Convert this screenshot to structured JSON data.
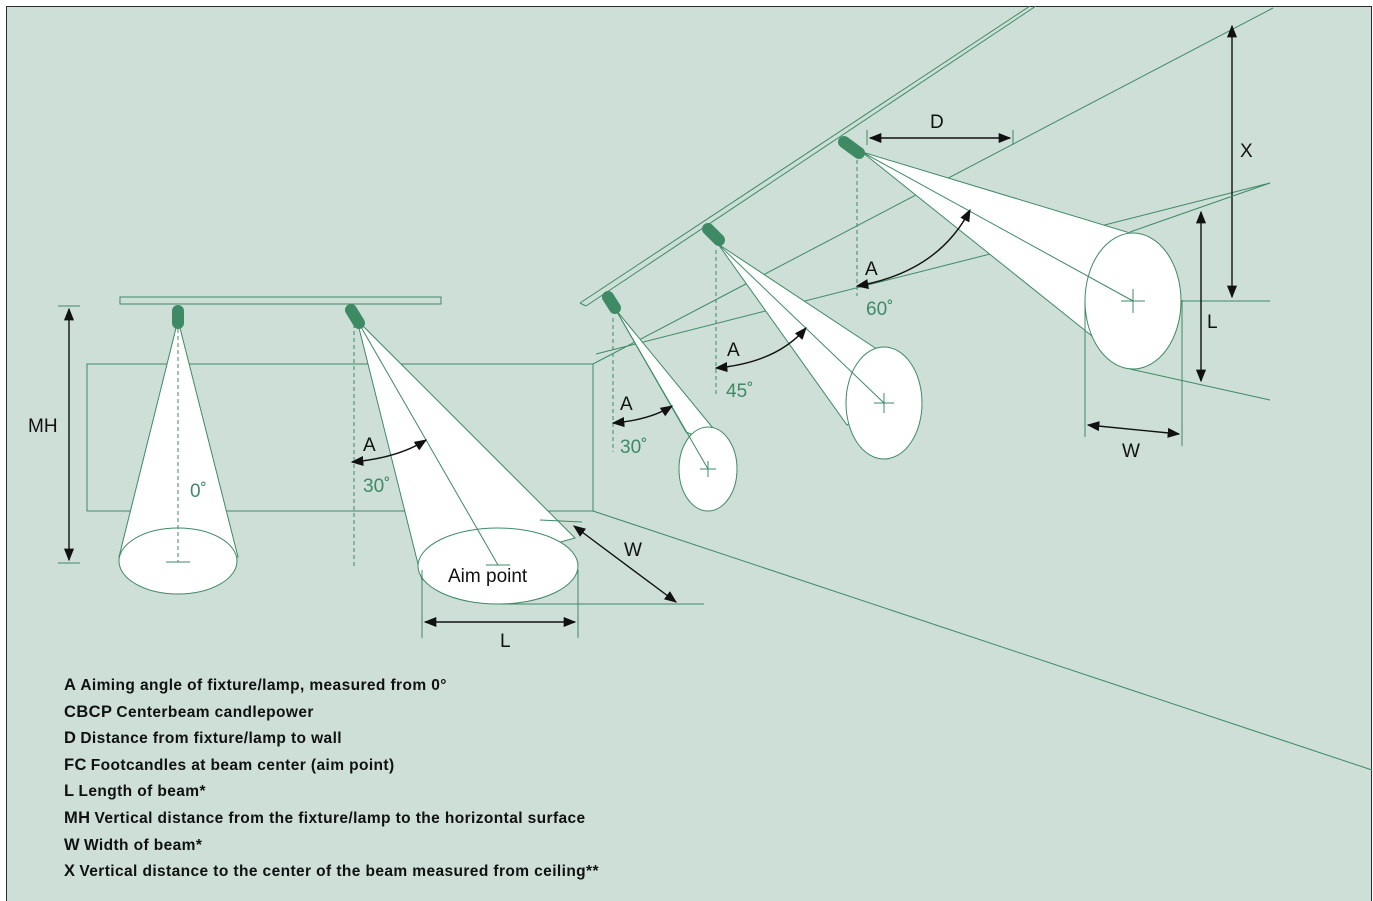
{
  "diagram": {
    "labels": {
      "mh": "MH",
      "a": "A",
      "w": "W",
      "l": "L",
      "d": "D",
      "x": "X",
      "aim_point": "Aim point"
    },
    "angles": {
      "zero": "0˚",
      "thirty_floor": "30˚",
      "thirty_wall": "30˚",
      "forty_five": "45˚",
      "sixty": "60˚"
    },
    "colors": {
      "background": "#cddfd6",
      "line": "#3f8a66",
      "lamp": "#3d8a65",
      "beam": "#ffffff"
    }
  },
  "legend": [
    {
      "term": "A",
      "desc": "Aiming angle of fixture/lamp, measured from 0°"
    },
    {
      "term": "CBCP",
      "desc": "Centerbeam candlepower"
    },
    {
      "term": "D",
      "desc": "Distance from fixture/lamp to wall"
    },
    {
      "term": "FC",
      "desc": "Footcandles at beam center (aim point)"
    },
    {
      "term": "L",
      "desc": "Length of beam*"
    },
    {
      "term": "MH",
      "desc": "Vertical distance from the fixture/lamp to the horizontal surface"
    },
    {
      "term": "W",
      "desc": "Width of beam*"
    },
    {
      "term": "X",
      "desc": "Vertical distance to the center of the beam measured from ceiling**"
    }
  ]
}
